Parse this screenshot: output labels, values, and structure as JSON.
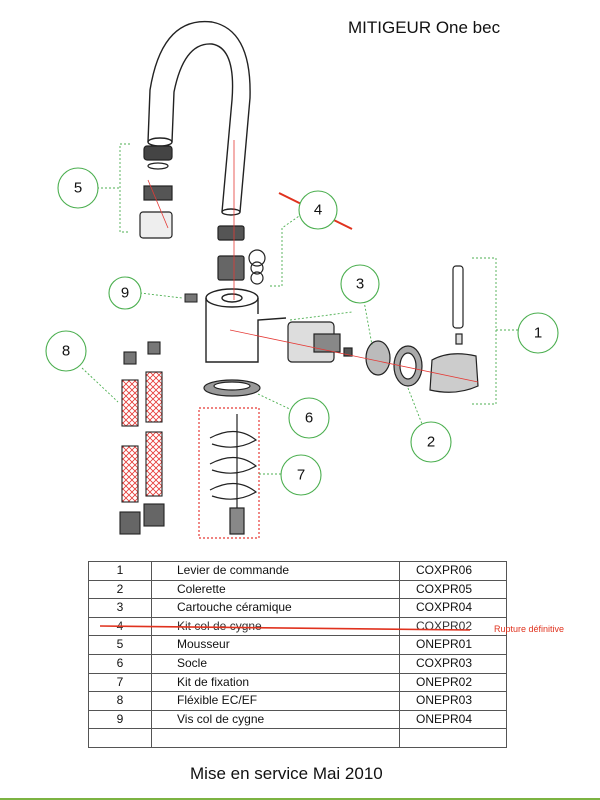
{
  "title": "MITIGEUR One bec",
  "callouts": [
    "1",
    "2",
    "3",
    "4",
    "5",
    "6",
    "7",
    "8",
    "9"
  ],
  "parts": [
    {
      "num": "1",
      "label": "Levier de commande",
      "ref": "COXPR06",
      "struck": false
    },
    {
      "num": "2",
      "label": "Colerette",
      "ref": "COXPR05",
      "struck": false
    },
    {
      "num": "3",
      "label": "Cartouche céramique",
      "ref": "COXPR04",
      "struck": false
    },
    {
      "num": "4",
      "label": "Kit col de cygne",
      "ref": "COXPR02",
      "struck": true
    },
    {
      "num": "5",
      "label": "Mousseur",
      "ref": "ONEPR01",
      "struck": false
    },
    {
      "num": "6",
      "label": "Socle",
      "ref": "COXPR03",
      "struck": false
    },
    {
      "num": "7",
      "label": "Kit de fixation",
      "ref": "ONEPR02",
      "struck": false
    },
    {
      "num": "8",
      "label": "Fléxible EC/EF",
      "ref": "ONEPR03",
      "struck": false
    },
    {
      "num": "9",
      "label": "Vis col de cygne",
      "ref": "ONEPR04",
      "struck": false
    },
    {
      "num": "",
      "label": "",
      "ref": "",
      "struck": false
    }
  ],
  "note": "Rupture définitive",
  "footer": "Mise en service Mai 2010",
  "colors": {
    "callout_green": "#4caf50",
    "accent_red": "#e0321e",
    "line": "#333333"
  }
}
